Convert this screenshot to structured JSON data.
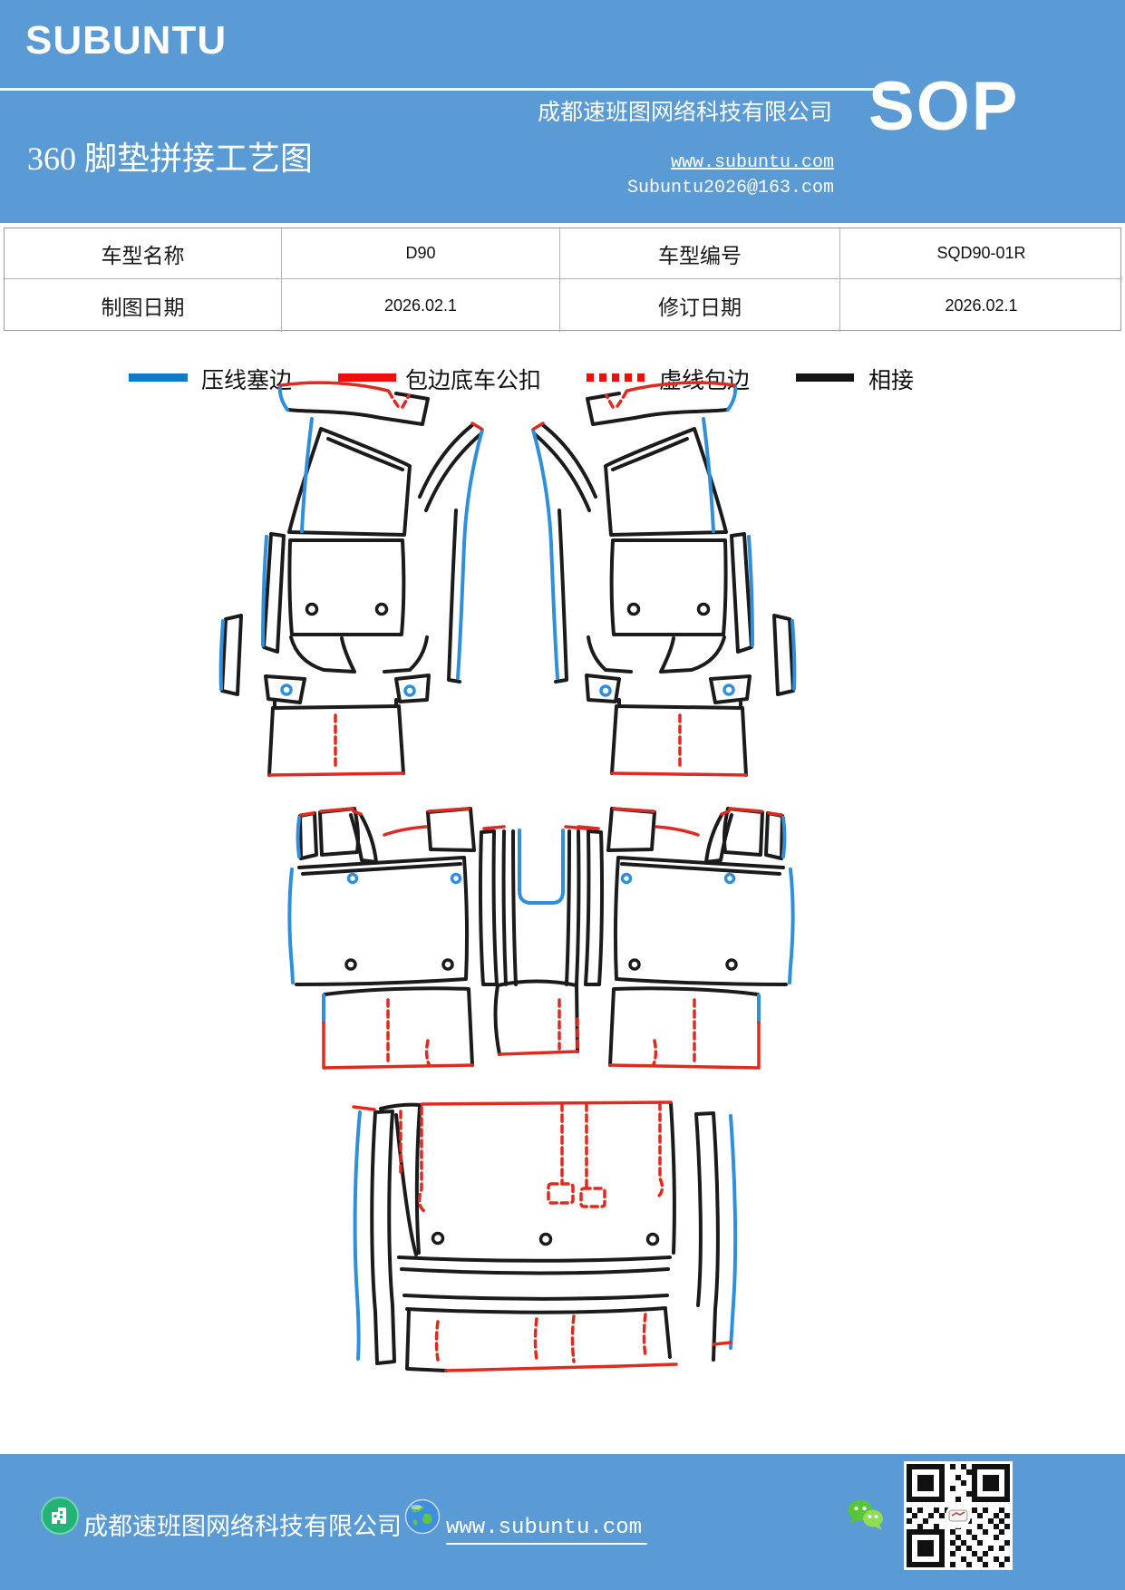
{
  "header": {
    "logo": "SUBUNTU",
    "title": "360 脚垫拼接工艺图",
    "company": "成都速班图网络科技有限公司",
    "sop": "SOP",
    "website": "www.subuntu.com",
    "email": "Subuntu2026@163.com",
    "bg_color": "#5b9bd5"
  },
  "info_table": {
    "rows": [
      {
        "cells": [
          {
            "text": "车型名称"
          },
          {
            "text": "D90"
          },
          {
            "text": "车型编号"
          },
          {
            "text": "SQD90-01R"
          }
        ]
      },
      {
        "cells": [
          {
            "text": "制图日期"
          },
          {
            "text": "2026.02.1"
          },
          {
            "text": "修订日期"
          },
          {
            "text": "2026.02.1"
          }
        ]
      }
    ]
  },
  "legend": {
    "items": [
      {
        "label": "压线塞边",
        "color": "#1279c9",
        "line_style": "solid"
      },
      {
        "label": "包边底车公扣",
        "color": "#f20d0d",
        "line_style": "solid"
      },
      {
        "label": "虚线包边",
        "color": "#f20d0d",
        "line_style": "dotted"
      },
      {
        "label": "相接",
        "color": "#141414",
        "line_style": "solid"
      }
    ]
  },
  "diagram": {
    "line_colors": {
      "press_edge_blue": "#2f8fdd",
      "binding_red": "#e0291f",
      "join_black": "#1b1b1b"
    }
  },
  "footer": {
    "company": "成都速班图网络科技有限公司",
    "website": "www.subuntu.com",
    "bg_color": "#5b9bd5"
  }
}
